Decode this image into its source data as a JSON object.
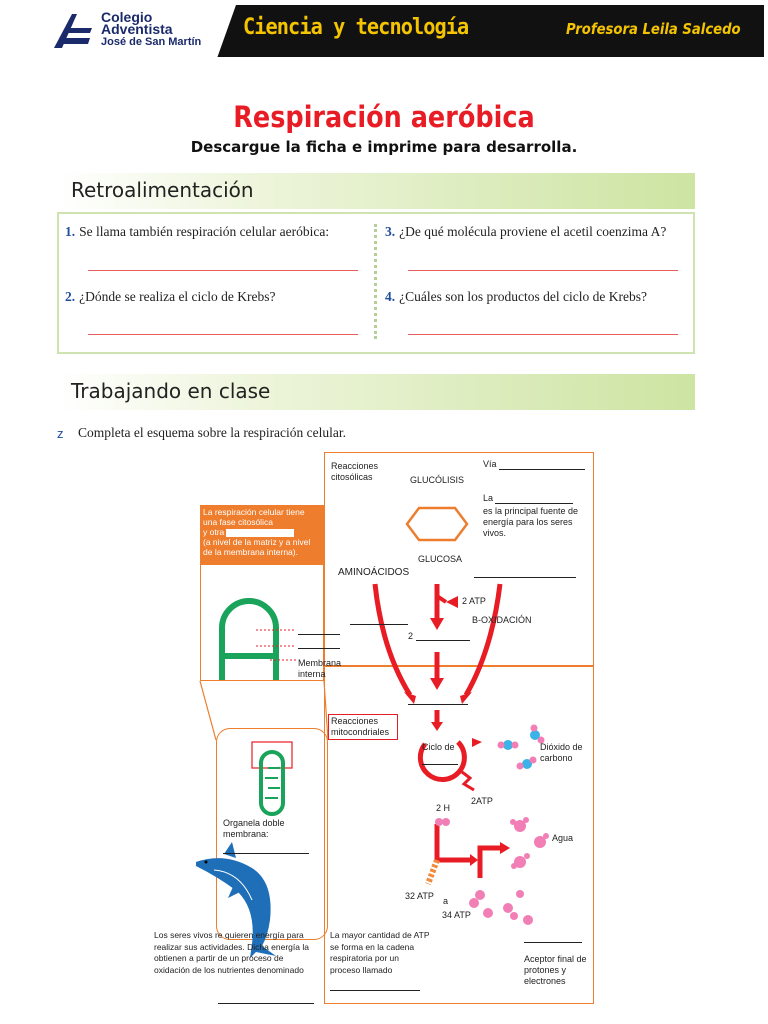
{
  "header": {
    "logo_line1": "Colegio",
    "logo_line2": "Adventista",
    "logo_line3": "José de San Martín",
    "subject": "Ciencia y tecnología",
    "teacher": "Profesora Leila Salcedo"
  },
  "title": "Respiración aeróbica",
  "subtitle": "Descargue la ficha e imprime para desarrolla.",
  "section1": {
    "title": "Retroalimentación",
    "questions": [
      {
        "num": "1.",
        "text": "Se llama también respiración celular aeróbica:"
      },
      {
        "num": "2.",
        "text": "¿Dónde se realiza el ciclo de Krebs?"
      },
      {
        "num": "3.",
        "text": "¿De qué molécula proviene el acetil coenzima A?"
      },
      {
        "num": "4.",
        "text": "¿Cuáles son los productos del ciclo de Krebs?"
      }
    ]
  },
  "section2": {
    "title": "Trabajando en clase",
    "bullet": "z",
    "instruction": "Completa el esquema sobre la respiración celular."
  },
  "diagram": {
    "reacciones_citosolicas": "Reacciones citosólicas",
    "glucolisis": "GLUCÓLISIS",
    "via": "Vía",
    "la_principal": "La",
    "la_principal_rest": "es la principal fuente de energía para los seres vivos.",
    "glucosa": "GLUCOSA",
    "aminoacidos": "AMINOÁCIDOS",
    "atp2": "2 ATP",
    "b_oxidacion": "B-OXIDACIÓN",
    "two": "2",
    "orange_text_1": "La respiración celular tiene una fase citosólica",
    "orange_text_2": "y otra",
    "orange_text_3": "(a nivel de la matriz y a nivel de la membrana interna).",
    "membrana_interna": "Membrana interna",
    "reacciones_mito": "Reacciones mitocondriales",
    "ciclo_de": "Ciclo de",
    "dioxido": "Dióxido de carbono",
    "two_h": "2 H",
    "two_atp_b": "2ATP",
    "agua": "Agua",
    "atp32": "32 ATP",
    "a": "a",
    "atp34": "34 ATP",
    "organela": "Organela doble membrana:",
    "seres_vivos": "Los seres vivos re quieren energía para realizar sus actividades. Dicha energía la obtienen a partir de un proceso de oxidación de los nutrientes denominado",
    "mayor_cantidad": "La mayor cantidad de ATP se forma en la cadena respiratoria por un proceso llamado",
    "aceptor": "Aceptor final de protones y electrones"
  },
  "colors": {
    "accent_red": "#e81c24",
    "orange": "#ee7d2d",
    "green_mito": "#1aa35a",
    "header_yellow": "#f5c400",
    "section_green": "#cde4a2"
  }
}
